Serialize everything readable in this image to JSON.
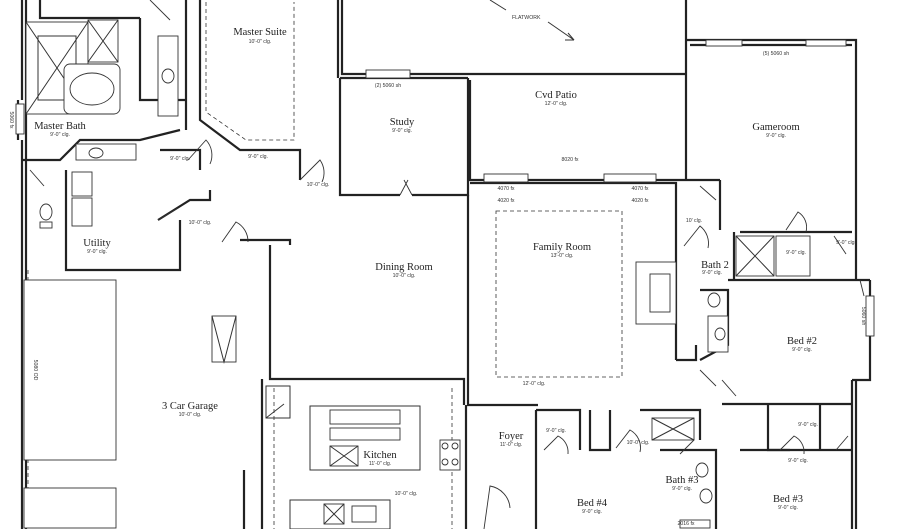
{
  "rooms": {
    "master_suite": {
      "name": "Master Suite",
      "ceiling": "10'-0\" clg."
    },
    "master_bath": {
      "name": "Master Bath",
      "ceiling": "9'-0\" clg."
    },
    "study": {
      "name": "Study",
      "ceiling": "9'-0\" clg."
    },
    "cvd_patio": {
      "name": "Cvd Patio",
      "ceiling": "12'-0\" clg."
    },
    "gameroom": {
      "name": "Gameroom",
      "ceiling": "9'-0\" clg."
    },
    "utility": {
      "name": "Utility",
      "ceiling": "9'-0\" clg."
    },
    "dining_room": {
      "name": "Dining Room",
      "ceiling": "10'-0\" clg."
    },
    "family_room": {
      "name": "Family Room",
      "ceiling": "13'-0\" clg."
    },
    "bath_2": {
      "name": "Bath 2",
      "ceiling": "9'-0\" clg."
    },
    "bed_2": {
      "name": "Bed #2",
      "ceiling": "9'-0\" clg."
    },
    "garage": {
      "name": "3 Car Garage",
      "ceiling": "10'-0\" clg."
    },
    "kitchen": {
      "name": "Kitchen",
      "ceiling": "11'-0\" clg."
    },
    "foyer": {
      "name": "Foyer",
      "ceiling": "11'-0\" clg."
    },
    "bed_4": {
      "name": "Bed #4",
      "ceiling": "9'-0\" clg."
    },
    "bath_3": {
      "name": "Bath #3",
      "ceiling": "9'-0\" clg."
    },
    "bed_3": {
      "name": "Bed #3",
      "ceiling": "9'-0\" clg."
    }
  },
  "annotations": {
    "flatwork": "FLATWORK",
    "study_window": "(2) 5060 sh",
    "gameroom_window": "(5) 5060 sh",
    "patio_door": "8020 fx",
    "fx_left_top": "4070 fx",
    "fx_left_bot": "4020 fx",
    "fx_right_top": "4070 fx",
    "fx_right_bot": "4020 fx",
    "bath_window": "5060 fx",
    "bed2_window": "5060 sh",
    "garage_door": "5080 OD",
    "mb_hall_clg": "9'-0\" clg.",
    "ms_hall_clg": "9'-0\" clg.",
    "study_hall_clg": "10'-0\" clg.",
    "util_hall_clg": "10'-0\" clg.",
    "fam_hall_clg": "10' clg.",
    "wic_clg": "9'-0\" clg.",
    "wic2_clg": "9'-0\" clg.",
    "family_bottom_clg": "12'-0\" clg.",
    "kitchen_bottom_clg": "10'-0\" clg.",
    "bed4_closet_clg": "9'-0\" clg.",
    "hall_clg": "10'-0\" clg.",
    "bed3_closet_clg": "9'-0\" clg.",
    "bed4_closet2_clg": "9'-0\" clg.",
    "bath3_window": "2016 fx"
  }
}
